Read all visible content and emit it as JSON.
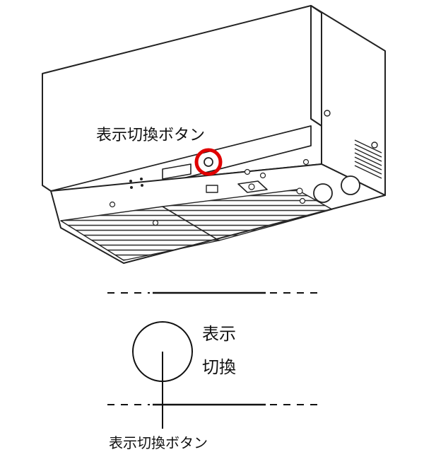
{
  "device": {
    "callout_label": "表示切換ボタン",
    "highlight_color": "#e00000"
  },
  "detail": {
    "button_text_line1": "表示",
    "button_text_line2": "切換",
    "caption": "表示切換ボタン"
  }
}
